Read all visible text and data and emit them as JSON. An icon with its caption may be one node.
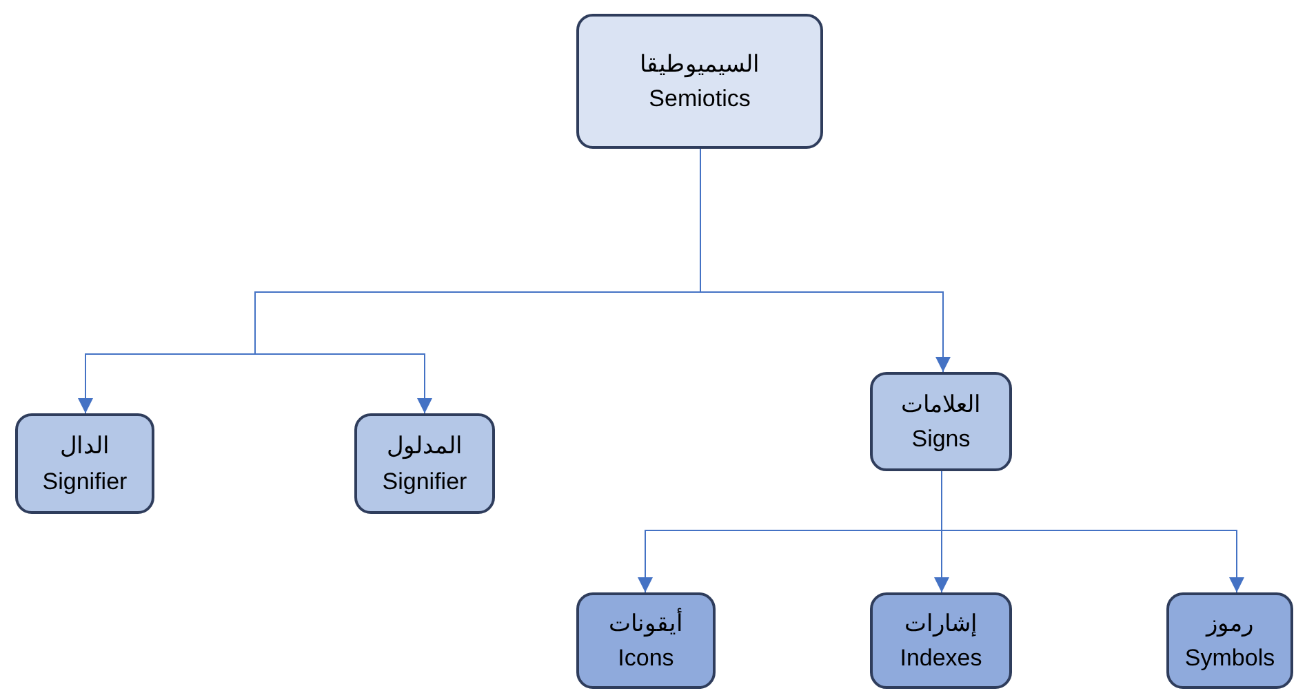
{
  "diagram": {
    "nodes": [
      {
        "text": [
          "السيميوطيقا",
          "Semiotics"
        ]
      },
      {
        "text": [
          "الدال",
          "Signifier"
        ]
      },
      {
        "text": [
          "المدلول",
          "Signifier"
        ]
      },
      {
        "text": [
          "العلامات",
          "Signs"
        ]
      },
      {
        "text": [
          "أيقونات",
          "Icons"
        ]
      },
      {
        "text": [
          "إشارات",
          "Indexes"
        ]
      },
      {
        "text": [
          "رموز",
          "Symbols"
        ]
      }
    ],
    "edges": [
      {
        "from": 0,
        "to": 1,
        "arrow": "to"
      },
      {
        "from": 0,
        "to": 2,
        "arrow": "to"
      },
      {
        "from": 0,
        "to": 3,
        "arrow": "to"
      },
      {
        "from": 3,
        "to": 4,
        "arrow": "to"
      },
      {
        "from": 3,
        "to": 5,
        "arrow": "to"
      },
      {
        "from": 3,
        "to": 6,
        "arrow": "to"
      }
    ]
  }
}
